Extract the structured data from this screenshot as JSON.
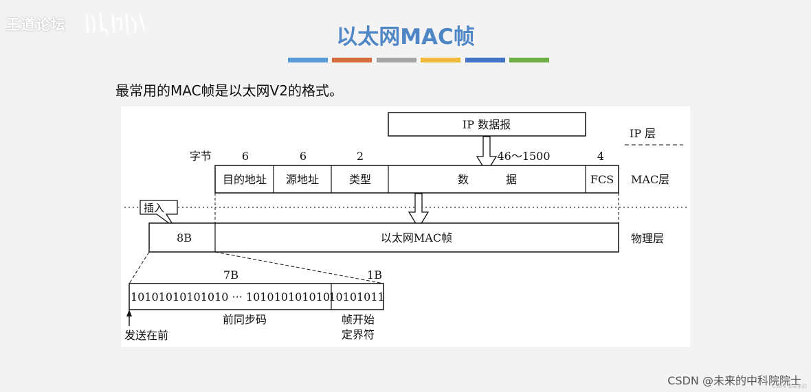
{
  "logo": {
    "text": "王道论坛"
  },
  "slide": {
    "title": "以太网MAC帧",
    "subtitle": "最常用的MAC帧是以太网V2的格式。",
    "accent_bars": [
      "#5b9bd5",
      "#d66b3e",
      "#a5a5a5",
      "#f0bb3c",
      "#4472c4",
      "#70ad47"
    ]
  },
  "diagram": {
    "ip_datagram": "IP 数据报",
    "layers": {
      "ip": "IP 层",
      "mac": "MAC层",
      "physical": "物理层"
    },
    "bytes_label": "字节",
    "field_sizes": [
      "6",
      "6",
      "2",
      "46～1500",
      "4"
    ],
    "fields": [
      "目的地址",
      "源地址",
      "类型",
      "数",
      "据",
      "FCS"
    ],
    "insert_label": "插入",
    "preamble_size": "8B",
    "frame_label": "以太网MAC帧",
    "preamble_bytes": "7B",
    "sfd_bytes": "1B",
    "preamble_bits": "10101010101010  ···  101010101010",
    "sfd_bits": "10101011",
    "preamble_name": "前同步码",
    "sfd_name_line1": "帧开始",
    "sfd_name_line2": "定界符",
    "send_first": "发送在前"
  },
  "footer": {
    "watermark": "CSDN @未来的中科院院士",
    "faint": "CSDN @未来的"
  }
}
